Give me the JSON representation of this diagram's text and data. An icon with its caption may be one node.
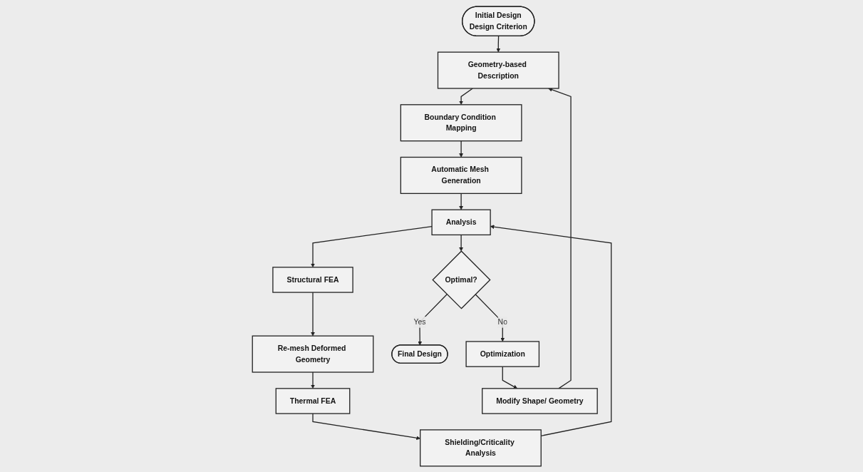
{
  "diagram": {
    "nodes": [
      {
        "text": [
          "Initial Design",
          "Design Criterion"
        ]
      },
      {
        "text": [
          "Geometry-based Description"
        ]
      },
      {
        "text": [
          "Boundary Condition Mapping"
        ]
      },
      {
        "text": [
          "Automatic Mesh Generation"
        ]
      },
      {
        "text": [
          "Analysis"
        ]
      },
      {
        "text": [
          "Structural FEA"
        ]
      },
      {
        "text": [
          "Re-mesh Deformed Geometry"
        ]
      },
      {
        "text": [
          "Thermal FEA"
        ]
      },
      {
        "text": [
          "Shielding/Criticality Analysis"
        ]
      },
      {
        "text": [
          "Modify Shape/ Geometry"
        ]
      },
      {
        "text": [
          "Optimal?"
        ]
      },
      {
        "text": [
          "Final Design"
        ]
      },
      {
        "text": [
          "Optimization"
        ]
      }
    ],
    "edges": [
      {
        "from": 0,
        "to": 1,
        "arrow": "to"
      },
      {
        "from": 1,
        "to": 2,
        "arrow": "to"
      },
      {
        "from": 2,
        "to": 3,
        "arrow": "to"
      },
      {
        "from": 3,
        "to": 4,
        "arrow": "to"
      },
      {
        "from": 4,
        "to": 5,
        "arrow": "to"
      },
      {
        "from": 5,
        "to": 6,
        "arrow": "to"
      },
      {
        "from": 6,
        "to": 7,
        "arrow": "to"
      },
      {
        "from": 7,
        "to": 8,
        "arrow": "to"
      },
      {
        "from": 8,
        "to": 4,
        "arrow": "to"
      },
      {
        "from": 4,
        "to": 10,
        "arrow": "to"
      },
      {
        "from": 10,
        "to": 11,
        "label": "Yes",
        "arrow": "to"
      },
      {
        "from": 10,
        "to": 12,
        "label": "No",
        "arrow": "to"
      },
      {
        "from": 12,
        "to": 9,
        "arrow": "to"
      },
      {
        "from": 9,
        "to": 1,
        "arrow": "to"
      }
    ]
  }
}
